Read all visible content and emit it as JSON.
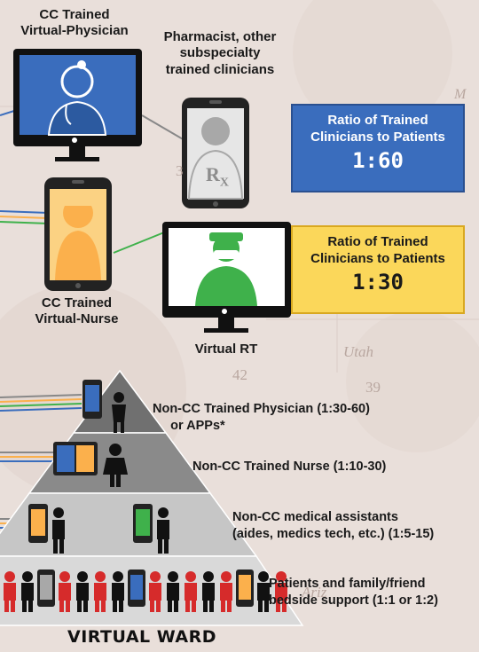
{
  "labels": {
    "physician": "CC Trained\nVirtual-Physician",
    "pharmacist": "Pharmacist, other\nsubspecialty\ntrained clinicians",
    "nurse": "CC Trained\nVirtual-Nurse",
    "rt": "Virtual RT",
    "rx": "R",
    "rx_sub": "X"
  },
  "ratio_boxes": [
    {
      "title": "Ratio of Trained\nClinicians to Patients",
      "ratio": "1:60",
      "bg": "#3a6dbd",
      "color": "#ffffff"
    },
    {
      "title": "Ratio of Trained\nClinicians to Patients",
      "ratio": "1:30",
      "bg": "#fbd75a",
      "color": "#1a1a1a"
    }
  ],
  "tiers": [
    {
      "text": "Non-CC Trained Physician (1:30-60)\n     or APPs*"
    },
    {
      "text": "Non-CC Trained Nurse (1:10-30)"
    },
    {
      "text": "Non-CC medical assistants\n(aides, medics tech, etc.) (1:5-15)"
    },
    {
      "text": "Patients and family/friend\nbedside support (1:1 or 1:2)"
    }
  ],
  "footer": "VIRTUAL WARD",
  "map_labels": {
    "utah": "Utah",
    "n42": "42",
    "n39": "39",
    "n3": "3",
    "ariz": "Ariz",
    "mc": "M"
  },
  "colors": {
    "blue": "#3a6dbd",
    "orange": "#fbb04c",
    "green": "#3fb14b",
    "gray": "#a8a8a8",
    "red": "#d62b2b"
  }
}
